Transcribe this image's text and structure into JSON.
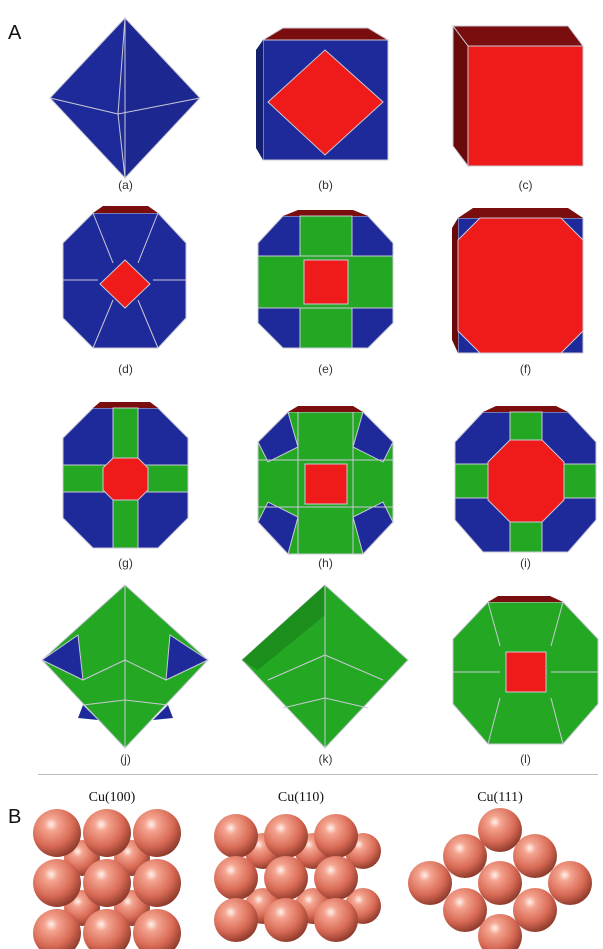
{
  "panels": {
    "a_label": "A",
    "b_label": "B"
  },
  "colors": {
    "face_111": "#1f2a9a",
    "face_100": "#ef1a1a",
    "face_110": "#24a824",
    "edge": "#c9c9d6",
    "cu_atom": "#e8826e"
  },
  "shapes": [
    {
      "label": "(a)",
      "type": "octahedron"
    },
    {
      "label": "(b)",
      "type": "truncated-octahedron-small"
    },
    {
      "label": "(c)",
      "type": "cube"
    },
    {
      "label": "(d)",
      "type": "truncated-octahedron"
    },
    {
      "label": "(e)",
      "type": "rhombicuboctahedron"
    },
    {
      "label": "(f)",
      "type": "truncated-cube"
    },
    {
      "label": "(g)",
      "type": "cuboctahedron-variant"
    },
    {
      "label": "(h)",
      "type": "rhombicuboctahedron-green"
    },
    {
      "label": "(i)",
      "type": "truncated-cuboctahedron"
    },
    {
      "label": "(j)",
      "type": "rhombic-dodecahedron-blue-corners"
    },
    {
      "label": "(k)",
      "type": "rhombic-dodecahedron"
    },
    {
      "label": "(l)",
      "type": "truncated-rhombic"
    }
  ],
  "surfaces": [
    {
      "title": "Cu(100)"
    },
    {
      "title": "Cu(110)"
    },
    {
      "title": "Cu(111)"
    }
  ]
}
